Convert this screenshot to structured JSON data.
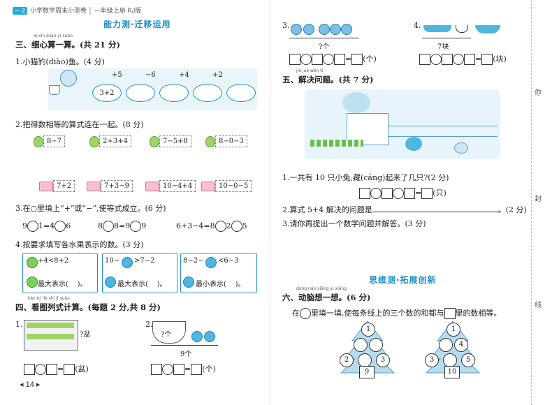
{
  "header": {
    "badge": "一·2",
    "title": "小学数学周末小测卷 │ 一年级上册 RJ版"
  },
  "left": {
    "section": "能力测·迁移运用",
    "q3": {
      "pinyin": "xì xīn suàn yi suàn",
      "title": "三、细心算一算。(共 21 分)",
      "p1": {
        "title": "1.小猫钓(diào)鱼。(4 分)",
        "start": "3+2",
        "ops": [
          "+5",
          "−6",
          "+4",
          "+2"
        ]
      },
      "p2": {
        "title": "2.把得数相等的算式连在一起。(8 分)",
        "top": [
          "8−7",
          "2+3+4",
          "7−5+8",
          "8−0−3"
        ],
        "bottom": [
          "7+2",
          "7+3−9",
          "10−4+4",
          "10−0−5"
        ]
      },
      "p3": {
        "title": "3.在○里填上“+”或“−”,使等式成立。(6 分)",
        "eq1": [
          "9",
          "1=4",
          "6"
        ],
        "eq2": [
          "8",
          "8=9",
          "9"
        ],
        "eq3": [
          "6+3−4=8",
          "2",
          "5"
        ]
      },
      "p4": {
        "title": "4.按要求填写各水果表示的数。(3 分)",
        "cards": [
          {
            "expr": "+4<8+2",
            "prompt": "最大表示(",
            "close": ")。"
          },
          {
            "expr": "10−",
            "expr2": ">7−2",
            "prompt": "最大表示(",
            "close": ")。"
          },
          {
            "expr": "8−2−",
            "expr2": "<6−3",
            "prompt": "最小表示(",
            "close": ")。"
          }
        ]
      }
    },
    "q4": {
      "pinyin": "kàn tú liè shì jì suàn",
      "title": "四、看图列式计算。(每题 2 分,共 8 分)",
      "p1": {
        "num": "1.",
        "label": "?盆",
        "unit": "(盆)"
      },
      "p2": {
        "num": "2.",
        "label": "?个",
        "total": "9个",
        "unit": "(个)"
      }
    }
  },
  "right": {
    "p3": {
      "num": "3.",
      "label": "?个",
      "unit": "(个)"
    },
    "p4": {
      "num": "4.",
      "label": "7块",
      "unit": "(块)"
    },
    "q5": {
      "pinyin": "jiě jué wèn tí",
      "title": "五、解决问题。(共 7 分)",
      "p1": {
        "text": "1.一共有 10 只小兔,藏(cáng)起来了几只?(2 分)",
        "unit": "(只)"
      },
      "p2": {
        "text": "2.算式 5+4 解决的问题是",
        "tail": "。(2 分)"
      },
      "p3": {
        "text": "3.请你再提出一个数学问题并解答。(3 分)"
      }
    },
    "section": "思维测·拓展创新",
    "q6": {
      "pinyin": "dòng nǎo xiǎng yi xiǎng",
      "title": "六、动脑想一想。(6 分)",
      "instr1": "在",
      "instr2": "里填一填,使每条线上的三个数的和都与",
      "instr3": "里的数相等。",
      "tree1": {
        "top": "1",
        "mid": "",
        "left": "2",
        "right": "3",
        "total": "9"
      },
      "tree2": {
        "top": "1",
        "mid": "4",
        "left": "3",
        "right": "5",
        "total": "10"
      }
    }
  },
  "footer": {
    "page": "14"
  },
  "margin": {
    "c1": "你",
    "c2": "封",
    "c3": "线"
  }
}
